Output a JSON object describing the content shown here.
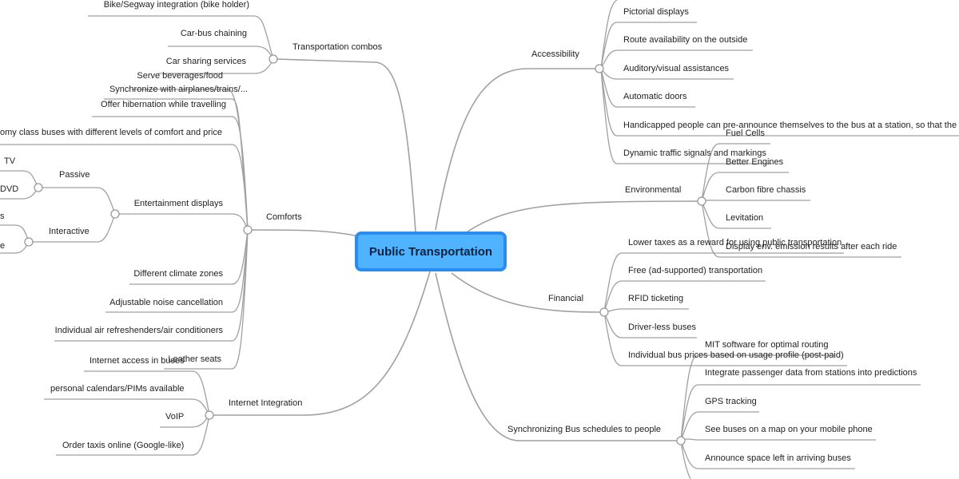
{
  "central": "Public Transportation",
  "branches": {
    "transport_combos": {
      "label": "Transportation combos",
      "items": [
        "Bike/Segway integration (bike holder)",
        "Car-bus chaining",
        "Car sharing services"
      ]
    },
    "comforts": {
      "label": "Comforts",
      "items": [
        "Serve beverages/food",
        "Synchronize with airplanes/trains/...",
        "Offer hibernation while travelling",
        "omy class buses with different levels of comfort and price",
        "Entertainment displays",
        "Different climate zones",
        "Adjustable noise cancellation",
        "Individual air refreshenders/air conditioners",
        "Leather seats"
      ],
      "entertainment": {
        "passive": {
          "label": "Passive",
          "items": [
            "TV",
            "DVD"
          ]
        },
        "interactive": {
          "label": "Interactive",
          "items": [
            "s",
            "e"
          ]
        }
      }
    },
    "internet": {
      "label": "Internet Integration",
      "items": [
        "Internet access in buses",
        "personal calendars/PIMs available",
        "VoIP",
        "Order taxis online (Google-like)"
      ]
    },
    "accessibility": {
      "label": "Accessibility",
      "items": [
        "Pictorial displays",
        "Route availability on the outside",
        "Auditory/visual assistances",
        "Automatic doors",
        "Handicapped people can pre-announce themselves to the bus at a station, so that the",
        "Dynamic traffic signals and markings"
      ]
    },
    "environmental": {
      "label": "Environmental",
      "items": [
        "Fuel Cells",
        "Better Engines",
        "Carbon fibre chassis",
        "Levitation",
        "Display env. emission results after each ride"
      ]
    },
    "financial": {
      "label": "Financial",
      "items": [
        "Lower taxes as a reward for using public transportation",
        "Free (ad-supported) transportation",
        "RFID ticketing",
        "Driver-less buses",
        "Individual bus prices based on usage profile (post-paid)"
      ]
    },
    "sync": {
      "label": "Synchronizing Bus schedules to people",
      "items": [
        "MIT software for optimal routing",
        "Integrate passenger data from stations into predictions",
        "GPS tracking",
        "See buses on a map on your mobile phone",
        "Announce space left in arriving buses"
      ]
    }
  }
}
